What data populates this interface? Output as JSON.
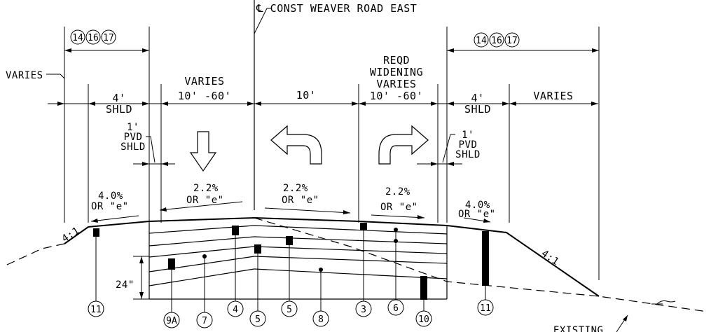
{
  "title": "℄ CONST WEAVER ROAD EAST",
  "top_groups": {
    "left": [
      "14",
      "16",
      "17"
    ],
    "right": [
      "14",
      "16",
      "17"
    ]
  },
  "labels": {
    "varies_left": "VARIES",
    "left_shld_width": "4'",
    "left_shld_text": "SHLD",
    "left_lane_top": "VARIES",
    "left_lane_width": "10' -60'",
    "center_lane_width": "10'",
    "right_lane_line1": "REQD",
    "right_lane_line2": "WIDENING",
    "right_lane_line3": "VARIES",
    "right_lane_width": "10' -60'",
    "right_shld_width": "4'",
    "right_shld_text": "SHLD",
    "varies_right": "VARIES",
    "pvd_left_1": "1'",
    "pvd_left_2": "PVD",
    "pvd_left_3": "SHLD",
    "pvd_right_1": "1'",
    "pvd_right_2": "PVD",
    "pvd_right_3": "SHLD",
    "depth": "24\"",
    "slope_left": "4:1",
    "slope_right": "4:1",
    "existing": "EXISTING"
  },
  "slopes": {
    "left_shoulder": {
      "pct": "4.0%",
      "alt": "OR \"e\""
    },
    "left_lane": {
      "pct": "2.2%",
      "alt": "OR \"e\""
    },
    "center_lane": {
      "pct": "2.2%",
      "alt": "OR \"e\""
    },
    "right_lane": {
      "pct": "2.2%",
      "alt": "OR \"e\""
    },
    "right_shoulder": {
      "pct": "4.0%",
      "alt": "OR \"e\""
    }
  },
  "callouts": [
    "11",
    "9A",
    "7",
    "4",
    "5",
    "5",
    "8",
    "3",
    "6",
    "10",
    "11"
  ],
  "lane_arrows": [
    "down-arrow-icon",
    "left-turn-arrow-icon",
    "right-turn-arrow-icon"
  ]
}
